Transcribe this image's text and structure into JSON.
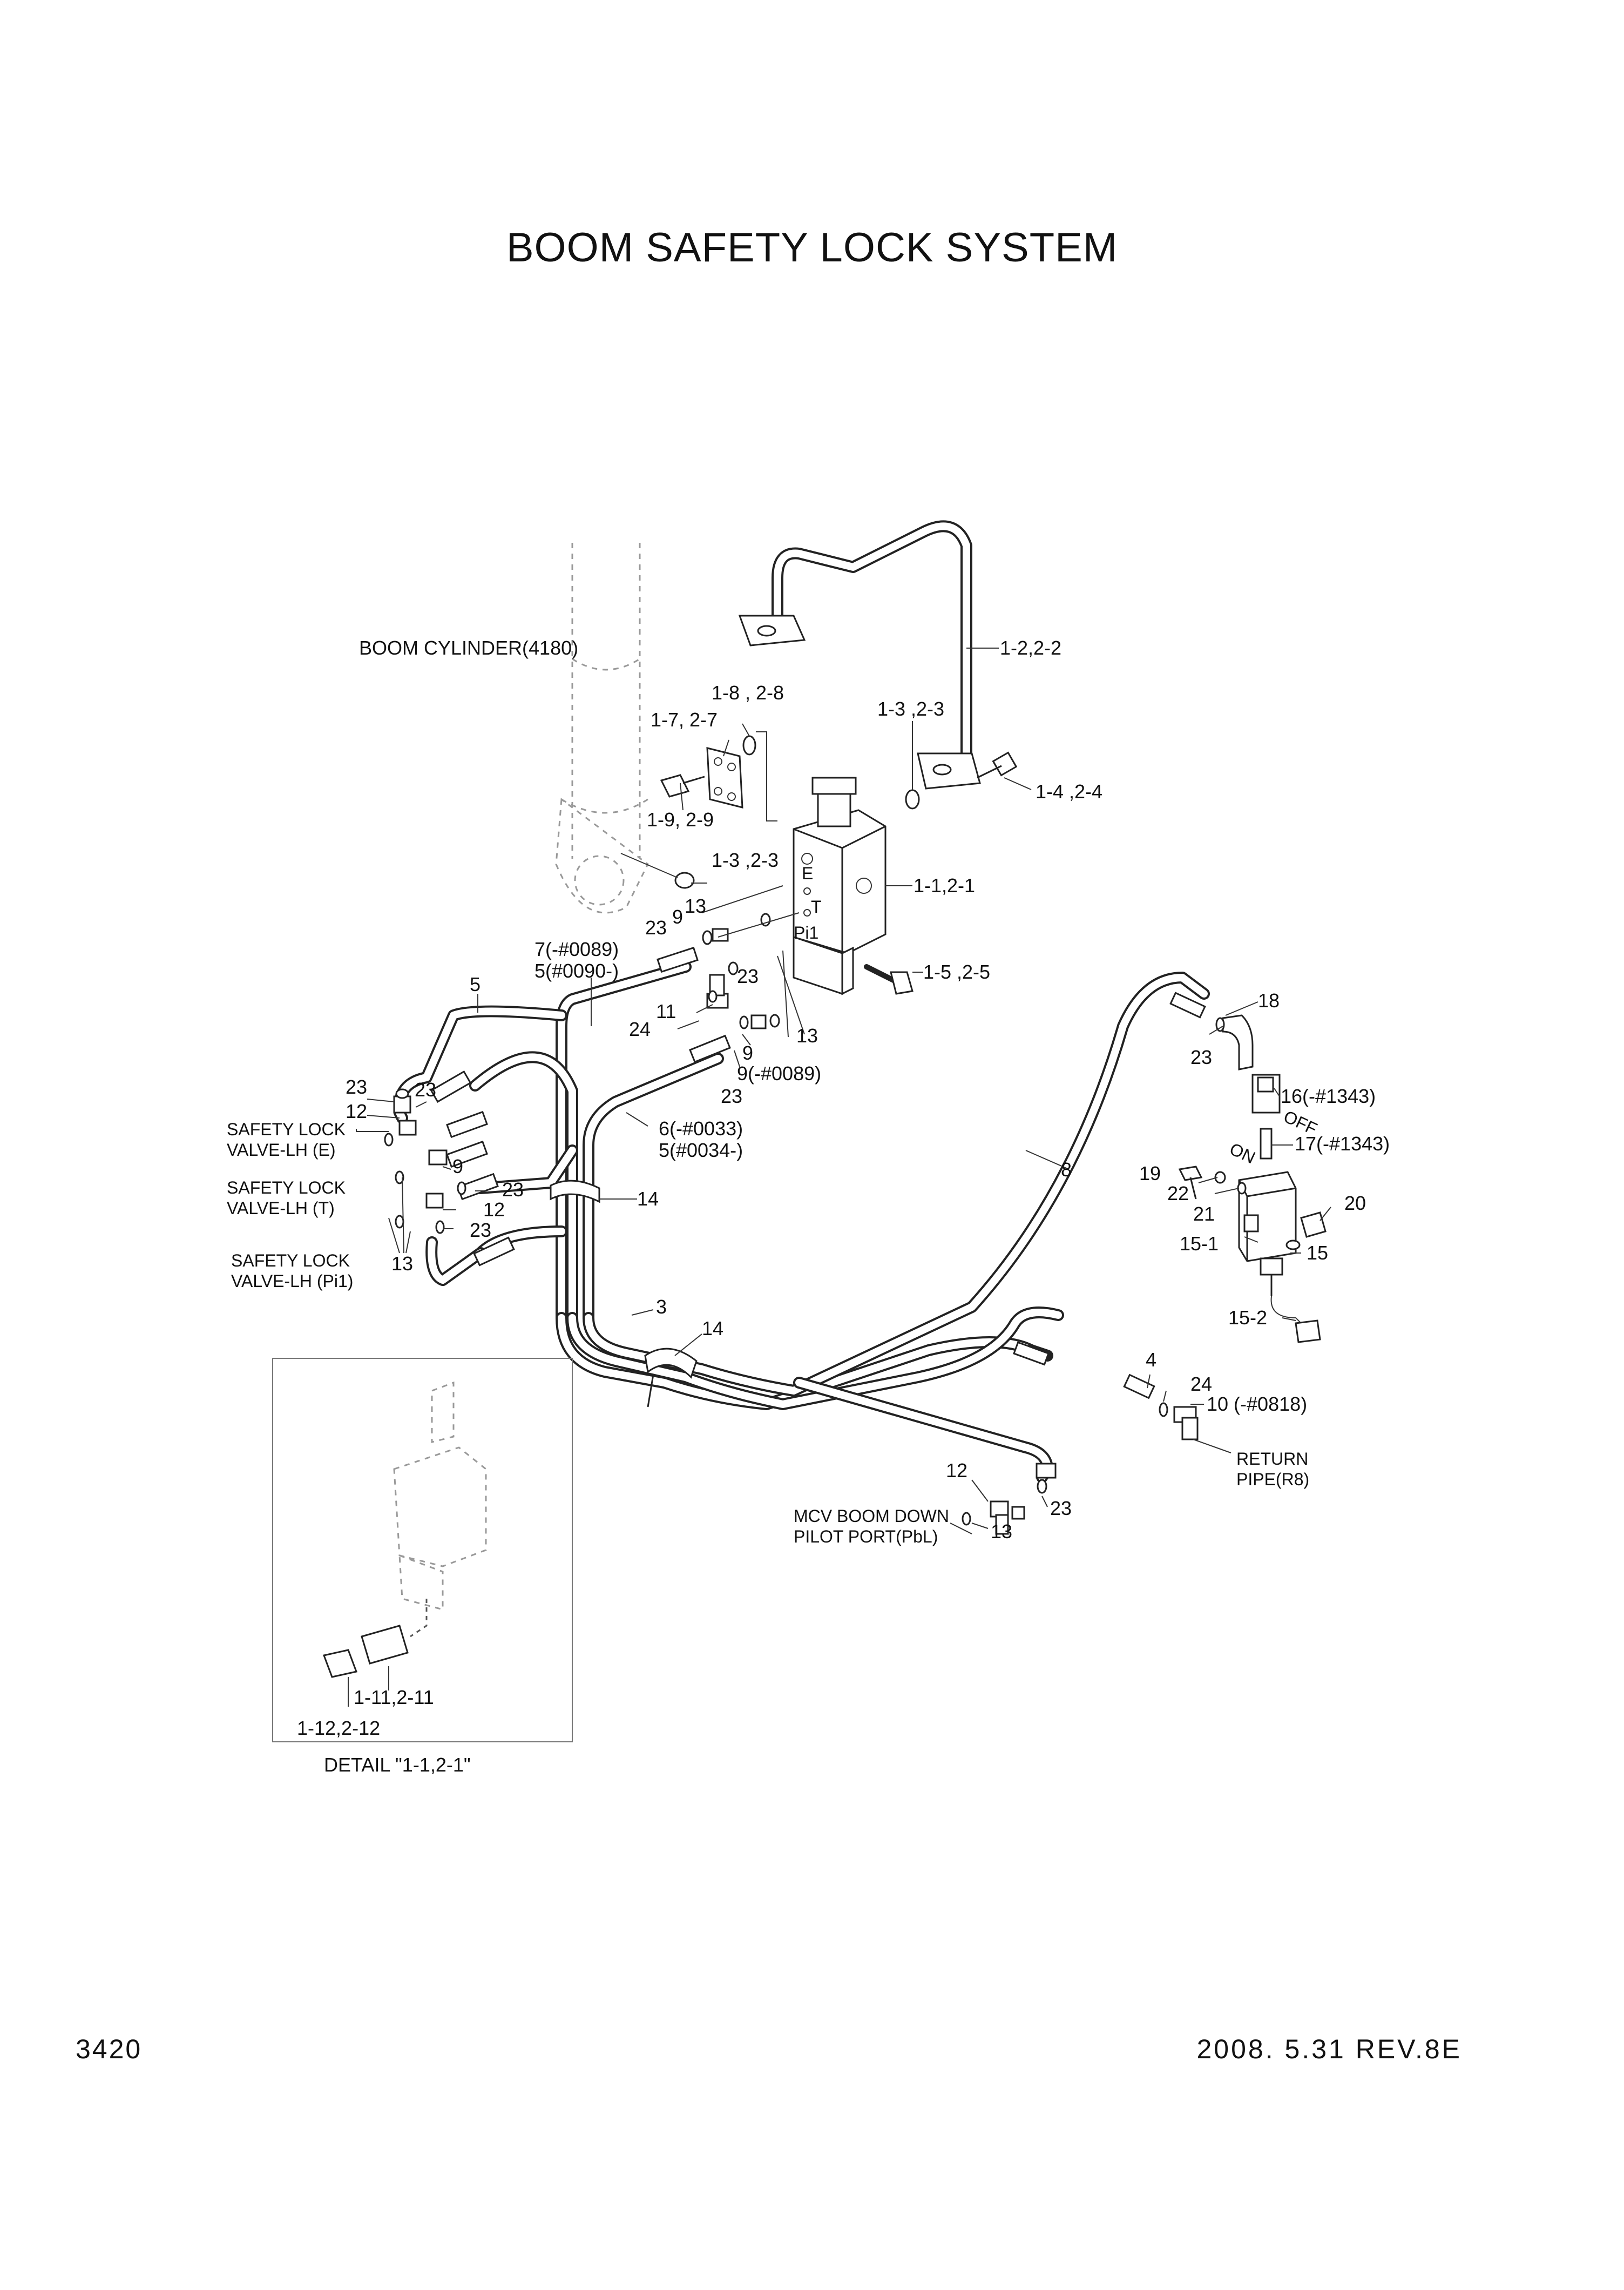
{
  "title": "BOOM SAFETY LOCK SYSTEM",
  "footer": {
    "page_number": "3420",
    "revision": "2008. 5.31  REV.8E"
  },
  "detail_caption": "DETAIL \"1-1,2-1\"",
  "labels": {
    "boom_cylinder": "BOOM CYLINDER(4180)",
    "p_1_2": "1-2,2-2",
    "p_1_8": "1-8 , 2-8",
    "p_1_7": "1-7, 2-7",
    "p_1_3_top": "1-3 ,2-3",
    "p_1_4": "1-4 ,2-4",
    "p_1_9": "1-9,  2-9",
    "p_1_3_mid": "1-3 ,2-3",
    "p_1_1": "1-1,2-1",
    "p_1_5": "1-5 ,2-5",
    "p_13_a": "13",
    "p_9_a": "9",
    "p_23_a": "23",
    "p_7": "7(-#0089)",
    "p_5_a": "5(#0090-)",
    "p_5_b": "5",
    "p_23_b": "23",
    "p_11": "11",
    "p_24_a": "24",
    "p_13_b": "13",
    "p_9_b": "9",
    "p_9_c": "9(-#0089)",
    "p_23_c": "23",
    "p_23_d": "23",
    "p_23_e": "23",
    "p_12_a": "12",
    "slv_e_1": "SAFETY LOCK",
    "slv_e_2": "VALVE-LH (E)",
    "p_9_d": "9",
    "p_6": "6(-#0033)",
    "p_5_c": "5(#0034-)",
    "slv_t_1": "SAFETY LOCK",
    "slv_t_2": "VALVE-LH (T)",
    "p_23_f": "23",
    "p_12_b": "12",
    "p_23_g": "23",
    "p_14_a": "14",
    "slv_p_1": "SAFETY LOCK",
    "slv_p_2": "VALVE-LH (Pi1)",
    "p_13_c": "13",
    "p_3": "3",
    "p_14_b": "14",
    "p_18": "18",
    "p_23_h": "23",
    "p_16": "16(-#1343)",
    "p_17": "17(-#1343)",
    "p_8": "8",
    "p_19": "19",
    "p_22": "22",
    "p_21": "21",
    "p_20": "20",
    "p_15_1": "15-1",
    "p_15": "15",
    "p_15_2": "15-2",
    "p_4": "4",
    "p_24_b": "24",
    "p_10": "10 (-#0818)",
    "return_1": "RETURN",
    "return_2": "PIPE(R8)",
    "p_12_c": "12",
    "p_23_i": "23",
    "mcv_1": "MCV BOOM DOWN",
    "mcv_2": "PILOT PORT(PbL)",
    "p_13_d": "13",
    "p_1_11": "1-11,2-11",
    "p_1_12": "1-12,2-12",
    "port_e": "E",
    "port_t": "T",
    "port_pi1": "Pi1",
    "tap_off": "OFF",
    "tap_on": "ON"
  }
}
